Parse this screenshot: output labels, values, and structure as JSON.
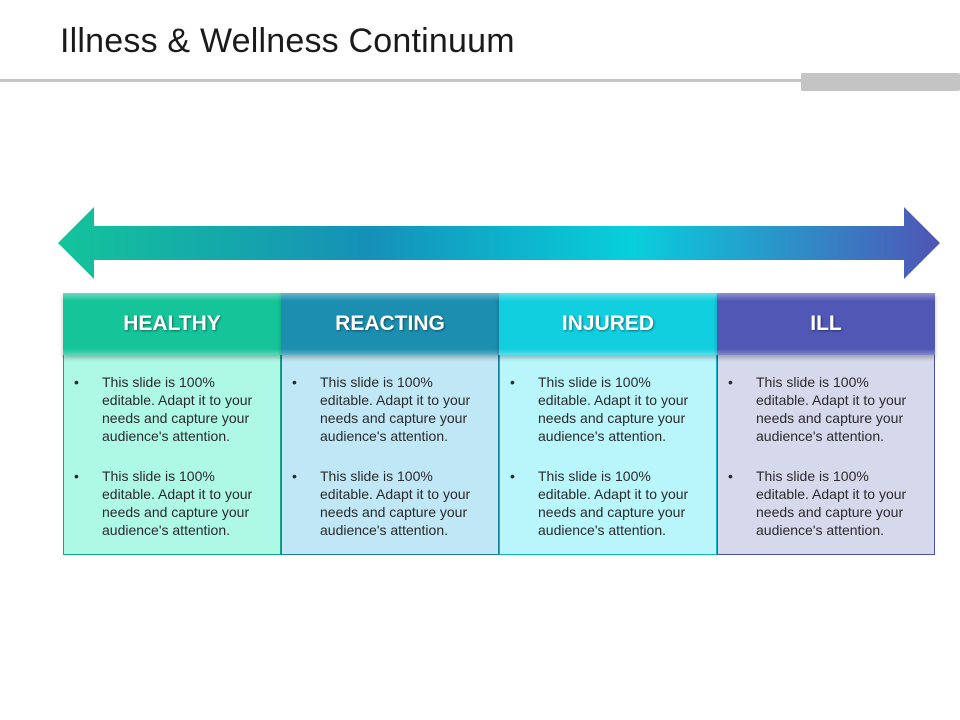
{
  "title": "Illness & Wellness Continuum",
  "arrow": {
    "colors": [
      "#14c49a",
      "#1590b8",
      "#08cfdc",
      "#4f55b5"
    ]
  },
  "stages": [
    {
      "label": "HEALTHY",
      "header_color": "#16c49a",
      "body_color": "#aef8e6",
      "border_color": "#12a582",
      "bullets": [
        "This slide is 100% editable. Adapt it to your needs and capture your audience's attention.",
        "This slide is 100% editable. Adapt it to your needs and capture your audience's attention."
      ]
    },
    {
      "label": "REACTING",
      "header_color": "#1c8fb0",
      "body_color": "#bfe7f6",
      "border_color": "#1c7fa0",
      "bullets": [
        "This slide is 100% editable. Adapt it to your needs and capture your audience's attention.",
        "This slide is 100% editable. Adapt it to your needs and capture your audience's attention."
      ]
    },
    {
      "label": "INJURED",
      "header_color": "#12cfe0",
      "body_color": "#b8f6fb",
      "border_color": "#12b5c6",
      "bullets": [
        "This slide is 100% editable. Adapt it to your needs and capture your audience's attention.",
        "This slide is 100% editable. Adapt it to your needs and capture your audience's attention."
      ]
    },
    {
      "label": "ILL",
      "header_color": "#5057b5",
      "body_color": "#d6d9ec",
      "border_color": "#4a51a6",
      "bullets": [
        "This slide is 100% editable. Adapt it to your needs and capture your audience's attention.",
        "This slide is 100% editable. Adapt it to your needs and capture your audience's attention."
      ]
    }
  ]
}
